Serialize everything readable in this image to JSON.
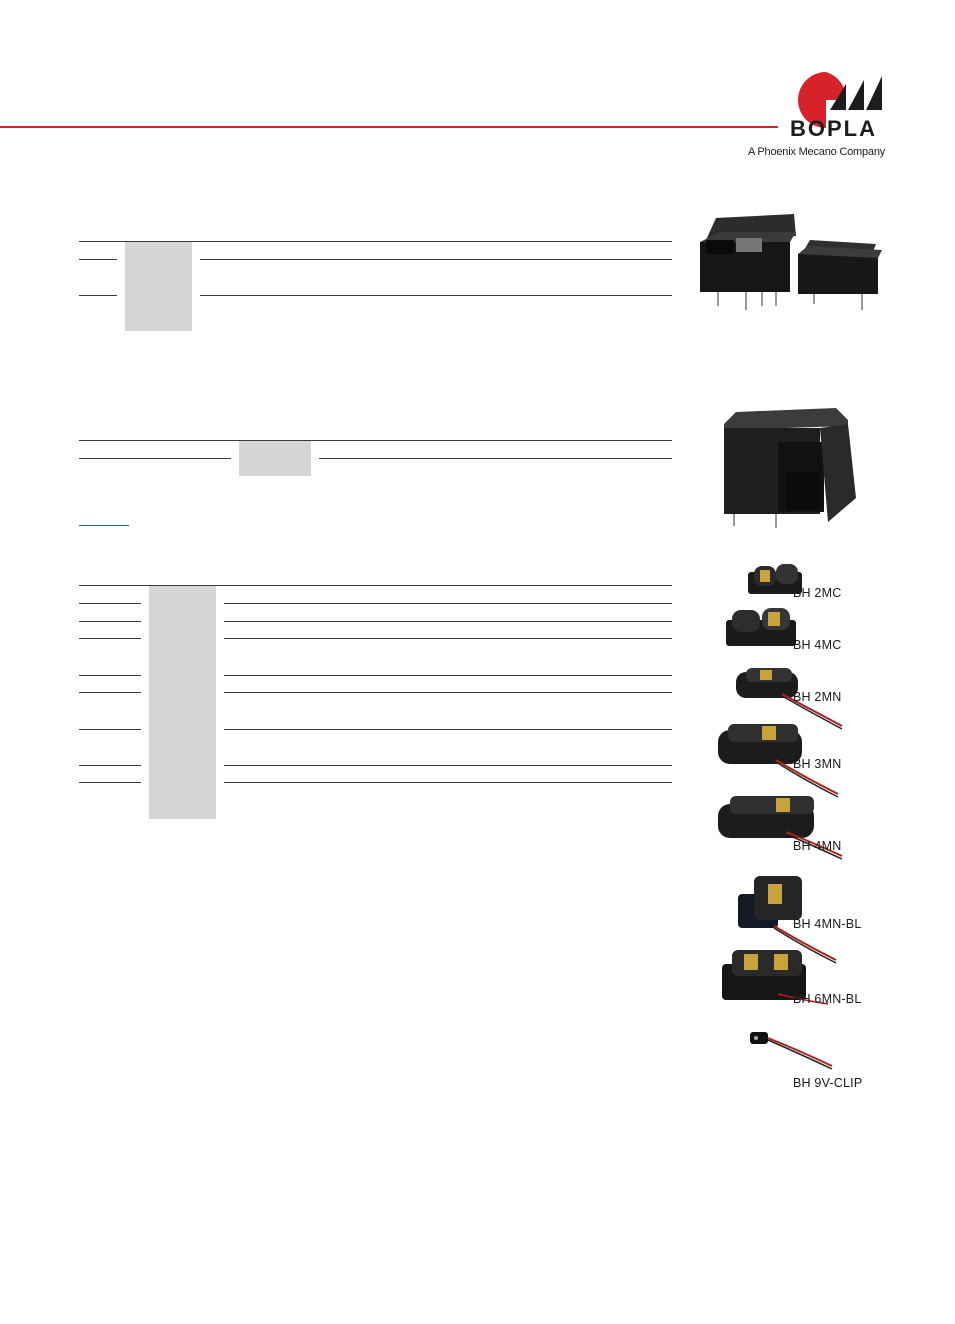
{
  "brand": {
    "name": "BOPLA",
    "tagline": "A Phoenix Mecano Company",
    "red": "#d8222a",
    "dark": "#1d1d1b"
  },
  "product_captions": [
    "BH 2MC",
    "BH 4MC",
    "BH 2MN",
    "BH 3MN",
    "BH 4MN",
    "BH 4MN-BL",
    "BH 6MN-BL",
    "BH 9V-CLIP"
  ]
}
